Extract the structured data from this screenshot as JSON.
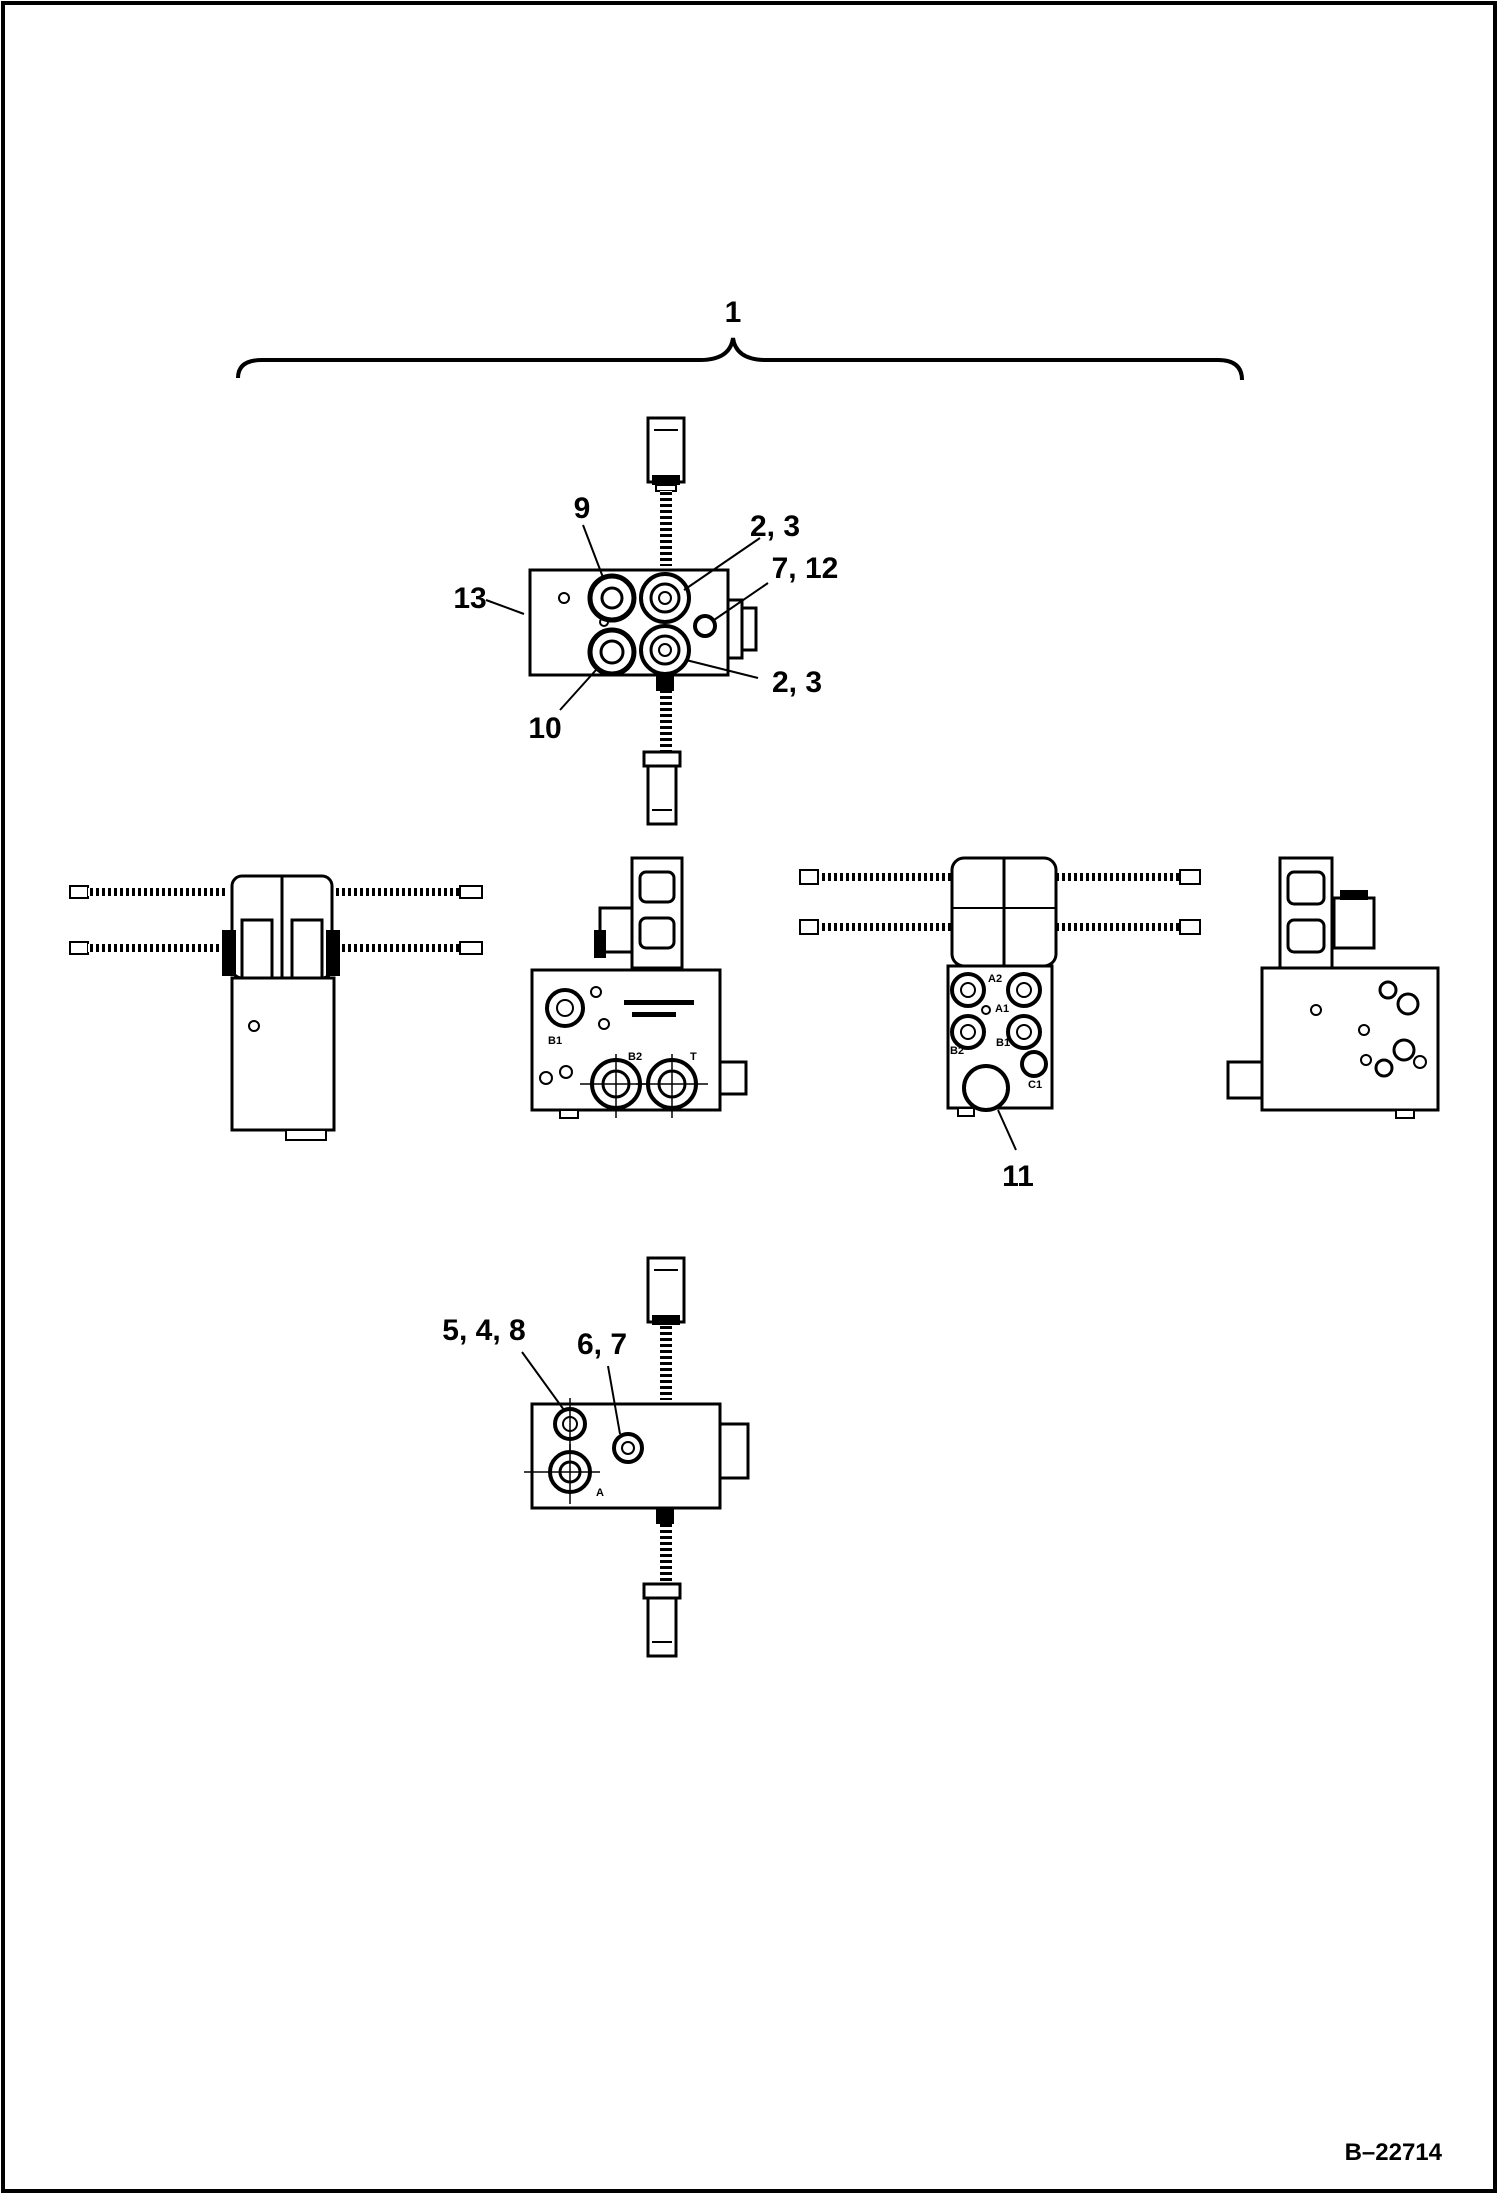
{
  "callouts": {
    "c1": "1",
    "c9": "9",
    "c23a": "2, 3",
    "c712": "7, 12",
    "c13": "13",
    "c23b": "2, 3",
    "c10": "10",
    "c11": "11",
    "c548": "5, 4, 8",
    "c67": "6, 7"
  },
  "port_labels": {
    "b1": "B1",
    "b2": "B2",
    "t": "T",
    "a2": "A2",
    "a1": "A1",
    "b2r": "B2",
    "b1r": "B1",
    "c1": "C1",
    "a": "A"
  },
  "figure_ref": "B–22714"
}
